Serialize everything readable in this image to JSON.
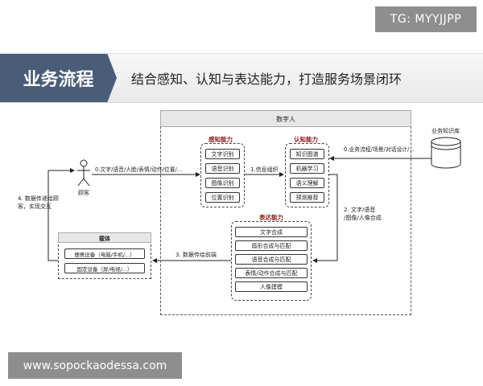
{
  "badge": {
    "text": "TG: MYYJJPP"
  },
  "header": {
    "title": "业务流程",
    "subtitle": "结合感知、认知与表达能力，打造服务场景闭环"
  },
  "watermark": {
    "text": "www.sopockaodessa.com"
  },
  "diagram": {
    "digital_human": "数字人",
    "customer": "顾客",
    "knowledge_base": "业务知识库",
    "perception": {
      "title": "感知能力",
      "items": [
        "文字识别",
        "语音识别",
        "图像识别",
        "位置识别"
      ]
    },
    "cognition": {
      "title": "认知能力",
      "items": [
        "知识图谱",
        "机器学习",
        "语义理解",
        "预测推荐"
      ]
    },
    "expression": {
      "title": "表达能力",
      "items": [
        "文字合成",
        "唇形合成与匹配",
        "语音合成与匹配",
        "表情/动作合成与匹配",
        "人像建模"
      ]
    },
    "carrier": {
      "title": "载体",
      "items": [
        "便携设备（电脑/手机/...）",
        "固定设备（屏/电视/...）"
      ]
    },
    "labels": {
      "step0_input": "0.文字/语音/人脸/表情/动作/位置/...",
      "step0_kb": "0.业务流程/场景/对话设计/...",
      "step1": "1.信息组织",
      "step2_line1": "2. 文字/语音",
      "step2_line2": "/图像/人像合成",
      "step3": "3. 数据传给前端",
      "step4_line1": "4. 数据传递给顾",
      "step4_line2": "客，实现交互"
    }
  }
}
